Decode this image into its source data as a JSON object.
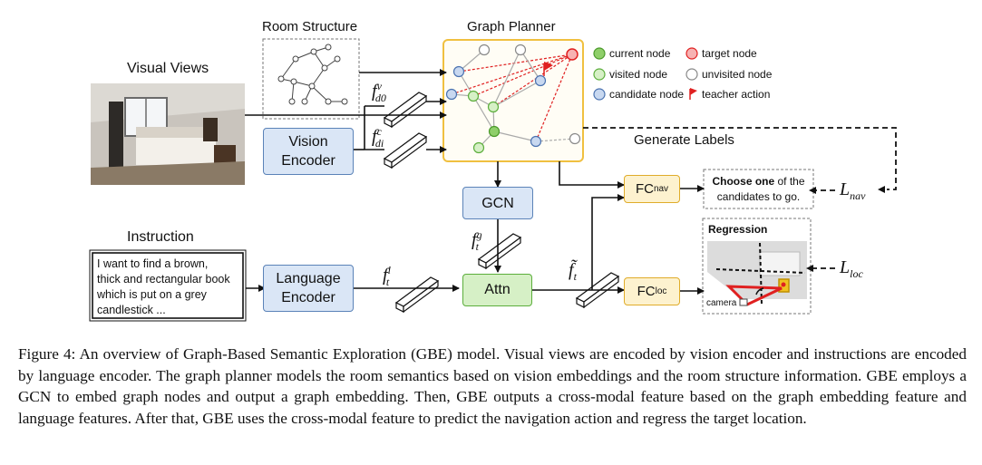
{
  "labels": {
    "visual_views": "Visual Views",
    "room_structure": "Room Structure",
    "graph_planner": "Graph Planner",
    "instruction": "Instruction",
    "generate_labels": "Generate Labels",
    "regression": "Regression",
    "camera": "camera"
  },
  "blocks": {
    "vision_encoder": [
      "Vision",
      "Encoder"
    ],
    "language_encoder": [
      "Language",
      "Encoder"
    ],
    "gcn": "GCN",
    "attn": "Attn",
    "fc_nav": {
      "main": "FC",
      "sub": "nav"
    },
    "fc_loc": {
      "main": "FC",
      "sub": "loc"
    }
  },
  "instruction_text": [
    "I want to find a brown,",
    "thick and rectangular book",
    "which is put on a grey",
    "candlestick ..."
  ],
  "nav_output": {
    "bold": "Choose one",
    "rest": " of the",
    "line2": "candidates to go."
  },
  "math": {
    "f_v_d0": {
      "base": "f",
      "sup": "v",
      "sub": "d0"
    },
    "f_c_di": {
      "base": "f",
      "sup": "c",
      "sub": "di"
    },
    "f_g_t": {
      "base": "f",
      "sup": "g",
      "sub": "t"
    },
    "f_l_t": {
      "base": "f",
      "sup": "l",
      "sub": "t"
    },
    "f_tilde_t": {
      "base": "f̃",
      "sub": "t"
    },
    "l_nav": {
      "base": "L",
      "sub": "nav"
    },
    "l_loc": {
      "base": "L",
      "sub": "loc"
    }
  },
  "legend": [
    {
      "label": "current node",
      "fill": "#8fcf6a",
      "stroke": "#4a9a2a"
    },
    {
      "label": "target node",
      "fill": "#f7b2b2",
      "stroke": "#e02020"
    },
    {
      "label": "visited node",
      "fill": "#d6f0c6",
      "stroke": "#5cae3c"
    },
    {
      "label": "unvisited node",
      "fill": "#ffffff",
      "stroke": "#888888"
    },
    {
      "label": "candidate node",
      "fill": "#c8d8f0",
      "stroke": "#4a72b0"
    },
    {
      "label": "teacher action",
      "fill": "#e02020",
      "stroke": "#e02020"
    }
  ],
  "caption": "Figure 4: An overview of Graph-Based Semantic Exploration (GBE) model. Visual views are encoded by vision encoder and instructions are encoded by language encoder. The graph planner models the room semantics based on vision embeddings and the room structure information. GBE employs a GCN to embed graph nodes and output a graph embedding. Then, GBE outputs a cross-modal feature based on the graph embedding feature and language features. After that, GBE uses the cross-modal feature to predict the navigation action and regress the target location."
}
